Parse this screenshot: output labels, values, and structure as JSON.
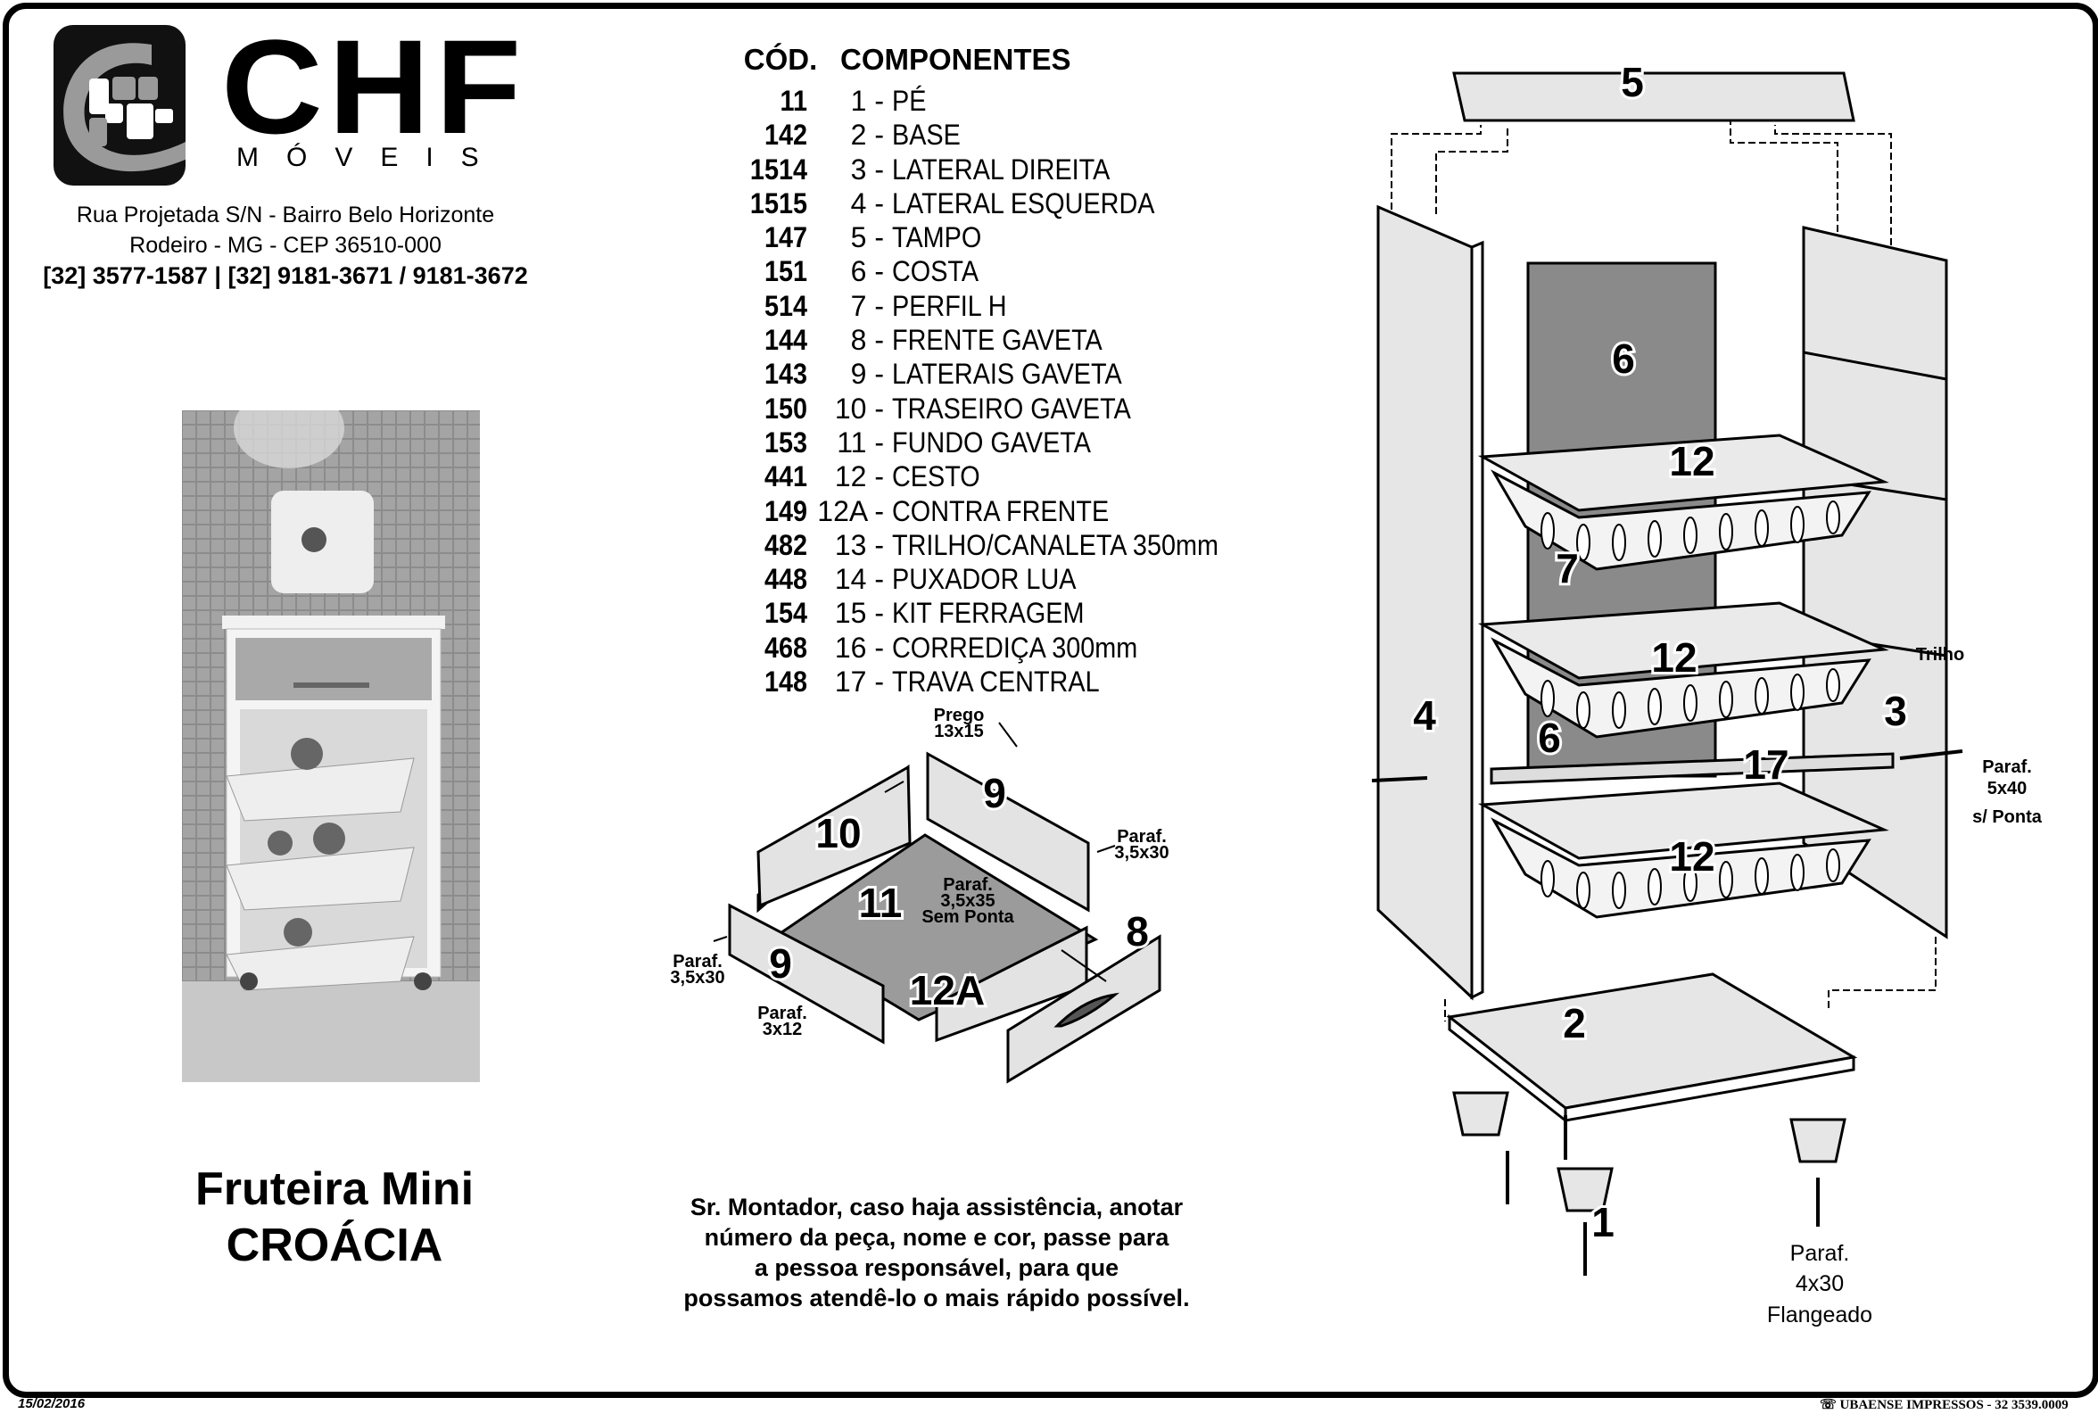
{
  "brand": {
    "name": "CHF",
    "subtitle": "MÓVEIS"
  },
  "address": {
    "line1": "Rua Projetada S/N - Bairro Belo Horizonte",
    "line2": "Rodeiro - MG - CEP 36510-000",
    "phones": "[32] 3577-1587 | [32] 9181-3671 / 9181-3672"
  },
  "product": {
    "line1": "Fruteira Mini",
    "line2": "CROÁCIA"
  },
  "components": {
    "header_code": "CÓD.",
    "header_name": "COMPONENTES",
    "rows": [
      {
        "code": "11",
        "num": "1 -",
        "name": "PÉ"
      },
      {
        "code": "142",
        "num": "2 -",
        "name": "BASE"
      },
      {
        "code": "1514",
        "num": "3 -",
        "name": "LATERAL DIREITA"
      },
      {
        "code": "1515",
        "num": "4 -",
        "name": "LATERAL ESQUERDA"
      },
      {
        "code": "147",
        "num": "5 -",
        "name": "TAMPO"
      },
      {
        "code": "151",
        "num": "6 -",
        "name": "COSTA"
      },
      {
        "code": "514",
        "num": "7 -",
        "name": "PERFIL H"
      },
      {
        "code": "144",
        "num": "8 -",
        "name": "FRENTE GAVETA"
      },
      {
        "code": "143",
        "num": "9 -",
        "name": "LATERAIS GAVETA"
      },
      {
        "code": "150",
        "num": "10 -",
        "name": "TRASEIRO GAVETA"
      },
      {
        "code": "153",
        "num": "11 -",
        "name": "FUNDO GAVETA"
      },
      {
        "code": "441",
        "num": "12 -",
        "name": "CESTO"
      },
      {
        "code": "149",
        "num": "12A -",
        "name": "CONTRA FRENTE"
      },
      {
        "code": "482",
        "num": "13 -",
        "name": "TRILHO/CANALETA 350mm"
      },
      {
        "code": "448",
        "num": "14 -",
        "name": "PUXADOR LUA"
      },
      {
        "code": "154",
        "num": "15 -",
        "name": "KIT FERRAGEM"
      },
      {
        "code": "468",
        "num": "16 -",
        "name": "CORREDIÇA 300mm"
      },
      {
        "code": "148",
        "num": "17 -",
        "name": "TRAVA CENTRAL"
      }
    ]
  },
  "drawer_diagram": {
    "prego": [
      "Prego",
      "13x15"
    ],
    "p9_top": "9",
    "p10": "10",
    "p11": "11",
    "p8": "8",
    "p9_bottom": "9",
    "p12a": "12A",
    "paraf_right": [
      "Paraf.",
      "3,5x30"
    ],
    "paraf_center": [
      "Paraf.",
      "3,5x35",
      "Sem Ponta"
    ],
    "paraf_left": [
      "Paraf.",
      "3,5x30"
    ],
    "paraf_bottom": [
      "Paraf.",
      "3x12"
    ]
  },
  "cabinet_diagram": {
    "p5": "5",
    "p6_back": "6",
    "p12_a": "12",
    "p12_b": "12",
    "p12_c": "12",
    "p7": "7",
    "p6_front": "6",
    "p17": "17",
    "p4": "4",
    "p3": "3",
    "p2": "2",
    "p1": "1",
    "trilho": "Trilho",
    "paraf_side": [
      "Paraf.",
      "5x40",
      "s/ Ponta"
    ],
    "paraf_feet": [
      "Paraf.",
      "4x30",
      "Flangeado"
    ]
  },
  "note": {
    "lines": [
      "Sr. Montador, caso haja assistência, anotar",
      "número da peça, nome e cor, passe para",
      "a pessoa responsável, para que",
      "possamos atendê-lo o mais rápido possível."
    ]
  },
  "footer": {
    "date": "15/02/2016",
    "printer": "UBAENSE IMPRESSOS - 32 3539.0009"
  }
}
